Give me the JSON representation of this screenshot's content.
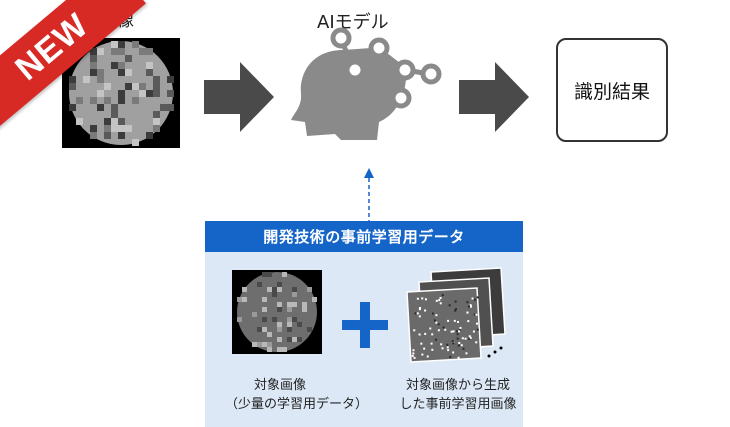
{
  "input": {
    "label": "画像"
  },
  "ai_model": {
    "title": "AIモデル"
  },
  "result": {
    "label": "識別結果"
  },
  "pretraining": {
    "header": "開発技術の事前学習用データ",
    "left_caption": [
      "対象画像",
      "（少量の学習用データ）"
    ],
    "right_caption": [
      "対象画像から生成",
      "した事前学習用画像"
    ]
  },
  "badge": {
    "text": "NEW"
  },
  "colors": {
    "arrow": "#4a4a4a",
    "ai_head": "#8a8a8a",
    "header_blue": "#1565c8",
    "panel_bg": "#dce8f5",
    "plus": "#1565c8",
    "badge": "#d72a25"
  },
  "icons": [
    "arrow-right-icon",
    "ai-head-icon",
    "plus-icon",
    "dashed-arrow-up-icon"
  ]
}
